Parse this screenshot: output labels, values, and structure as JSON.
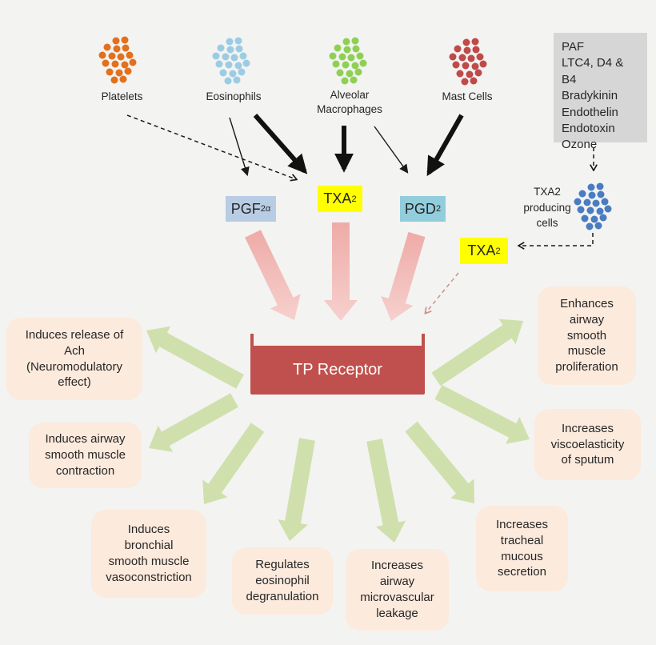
{
  "background": "#f3f3f2",
  "colors": {
    "platelets_dots": "#e2701c",
    "eosinophils_dots": "#9bcce4",
    "macrophages_dots": "#8fd054",
    "mast_cells_dots": "#bf4a47",
    "producing_cells_dots": "#4a7cc1",
    "pgf2a_box": "#b8cce4",
    "txa2_box": "#ffff00",
    "pgd2_box": "#92cddc",
    "stimuli_box": "#d6d6d6",
    "receptor_box": "#c0504d",
    "receptor_text": "#ffffff",
    "effect_box": "#fceadd",
    "green_arrow": "#cfe0ac",
    "pink_arrow_dark": "#eeaba7",
    "pink_arrow_light": "#f6d0cd",
    "dashed_pink": "#d28f8c",
    "text": "#262626"
  },
  "cells": [
    {
      "label": "Platelets"
    },
    {
      "label": "Eosinophils"
    },
    {
      "label": "Alveolar\nMacrophages"
    },
    {
      "label": "Mast Cells"
    }
  ],
  "stimuli": {
    "text": "PAF\nLTC4, D4 & B4\nBradykinin\nEndothelin\nEndotoxin\nOzone"
  },
  "mediators": {
    "pgf2a": {
      "main": "PGF",
      "sub": "2α"
    },
    "txa2": {
      "main": "TXA",
      "sub": "2"
    },
    "pgd2": {
      "main": "PGD",
      "sub": "2"
    },
    "txa2_secondary": {
      "main": "TXA",
      "sub": "2"
    }
  },
  "producing_cells": {
    "label": "TXA2\nproducing\ncells"
  },
  "receptor": {
    "label": "TP Receptor"
  },
  "effects": [
    {
      "id": "ach-release",
      "text": "Induces release of\nAch\n(Neuromodulatory\neffect)"
    },
    {
      "id": "airway-contraction",
      "text": "Induces airway\nsmooth muscle\ncontraction"
    },
    {
      "id": "bronchial-vasoconstriction",
      "text": "Induces\nbronchial\nsmooth muscle\nvasoconstriction"
    },
    {
      "id": "eosinophil-degranulation",
      "text": "Regulates\neosinophil\ndegranulation"
    },
    {
      "id": "microvascular-leakage",
      "text": "Increases\nairway\nmicrovascular\nleakage"
    },
    {
      "id": "tracheal-mucous",
      "text": "Increases\ntracheal\nmucous\nsecretion"
    },
    {
      "id": "sputum-viscoelasticity",
      "text": "Increases\nviscoelasticity\nof sputum"
    },
    {
      "id": "muscle-proliferation",
      "text": "Enhances\nairway\nsmooth\nmuscle\nproliferation"
    }
  ]
}
